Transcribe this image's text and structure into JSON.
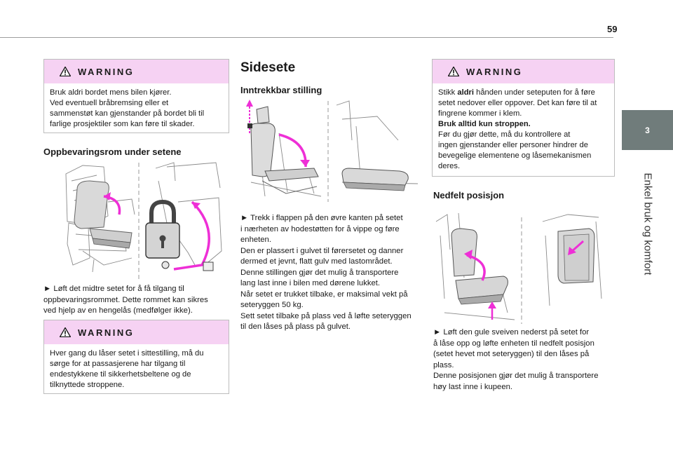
{
  "page_number": "59",
  "chapter": {
    "number": "3",
    "title": "Enkel bruk og komfort"
  },
  "col1": {
    "warning1": {
      "title": "WARNING",
      "lines": [
        "Bruk aldri bordet mens bilen kjører.",
        "Ved eventuell bråbremsing eller et",
        "sammenstøt kan gjenstander på bordet bli til",
        "farlige prosjektiler som kan føre til skader."
      ]
    },
    "storage_heading": "Oppbevaringsrom under setene",
    "storage_text": [
      "► Løft det midtre setet for å få tilgang til",
      "oppbevaringsrommet. Dette rommet kan sikres",
      "ved hjelp av en hengelås (medfølger ikke)."
    ],
    "warning2": {
      "title": "WARNING",
      "lines": [
        "Hver gang du låser setet i sittestilling, må du",
        "sørge for at passasjerene har tilgang til",
        "endestykkene til sikkerhetsbeltene og de",
        "tilknyttede stroppene."
      ]
    }
  },
  "col2": {
    "title": "Sidesete",
    "subheading": "Inntrekkbar stilling",
    "text": [
      "► Trekk i flappen på den øvre kanten på setet",
      "i nærheten av hodestøtten for å vippe og føre",
      "enheten.",
      "Den er plassert i gulvet til førersetet og danner",
      "dermed et jevnt, flatt gulv med lastområdet.",
      "Denne stillingen gjør det mulig å transportere",
      "lang last inne i bilen med dørene lukket.",
      "Når setet er trukket tilbake, er maksimal vekt på",
      "seteryggen 50 kg.",
      "Sett setet tilbake på plass ved å løfte seteryggen",
      "til den låses på plass på gulvet."
    ]
  },
  "col3": {
    "warning": {
      "title": "WARNING",
      "line1_pre": "Stikk ",
      "line1_bold": "aldri",
      "line1_post": " hånden under seteputen for å føre",
      "lines_a": [
        "setet nedover eller oppover. Det kan føre til at",
        "fingrene kommer i klem."
      ],
      "bold_line": "Bruk alltid kun stroppen.",
      "lines_b": [
        "Før du gjør dette, må du kontrollere at",
        "ingen gjenstander eller personer hindrer de",
        "bevegelige elementene og låsemekanismen",
        "deres."
      ]
    },
    "heading": "Nedfelt posisjon",
    "text": [
      "► Løft den gule sveiven nederst på setet for",
      "å låse opp og løfte enheten til nedfelt posisjon",
      "(setet hevet mot seteryggen) til den låses på",
      "plass.",
      "Denne posisjonen gjør det mulig å transportere",
      "høy last inne i kupeen."
    ]
  },
  "colors": {
    "warning_header": "#f6d2f3",
    "arrow": "#ee2fd6",
    "chapter_tab": "#707c7b"
  }
}
